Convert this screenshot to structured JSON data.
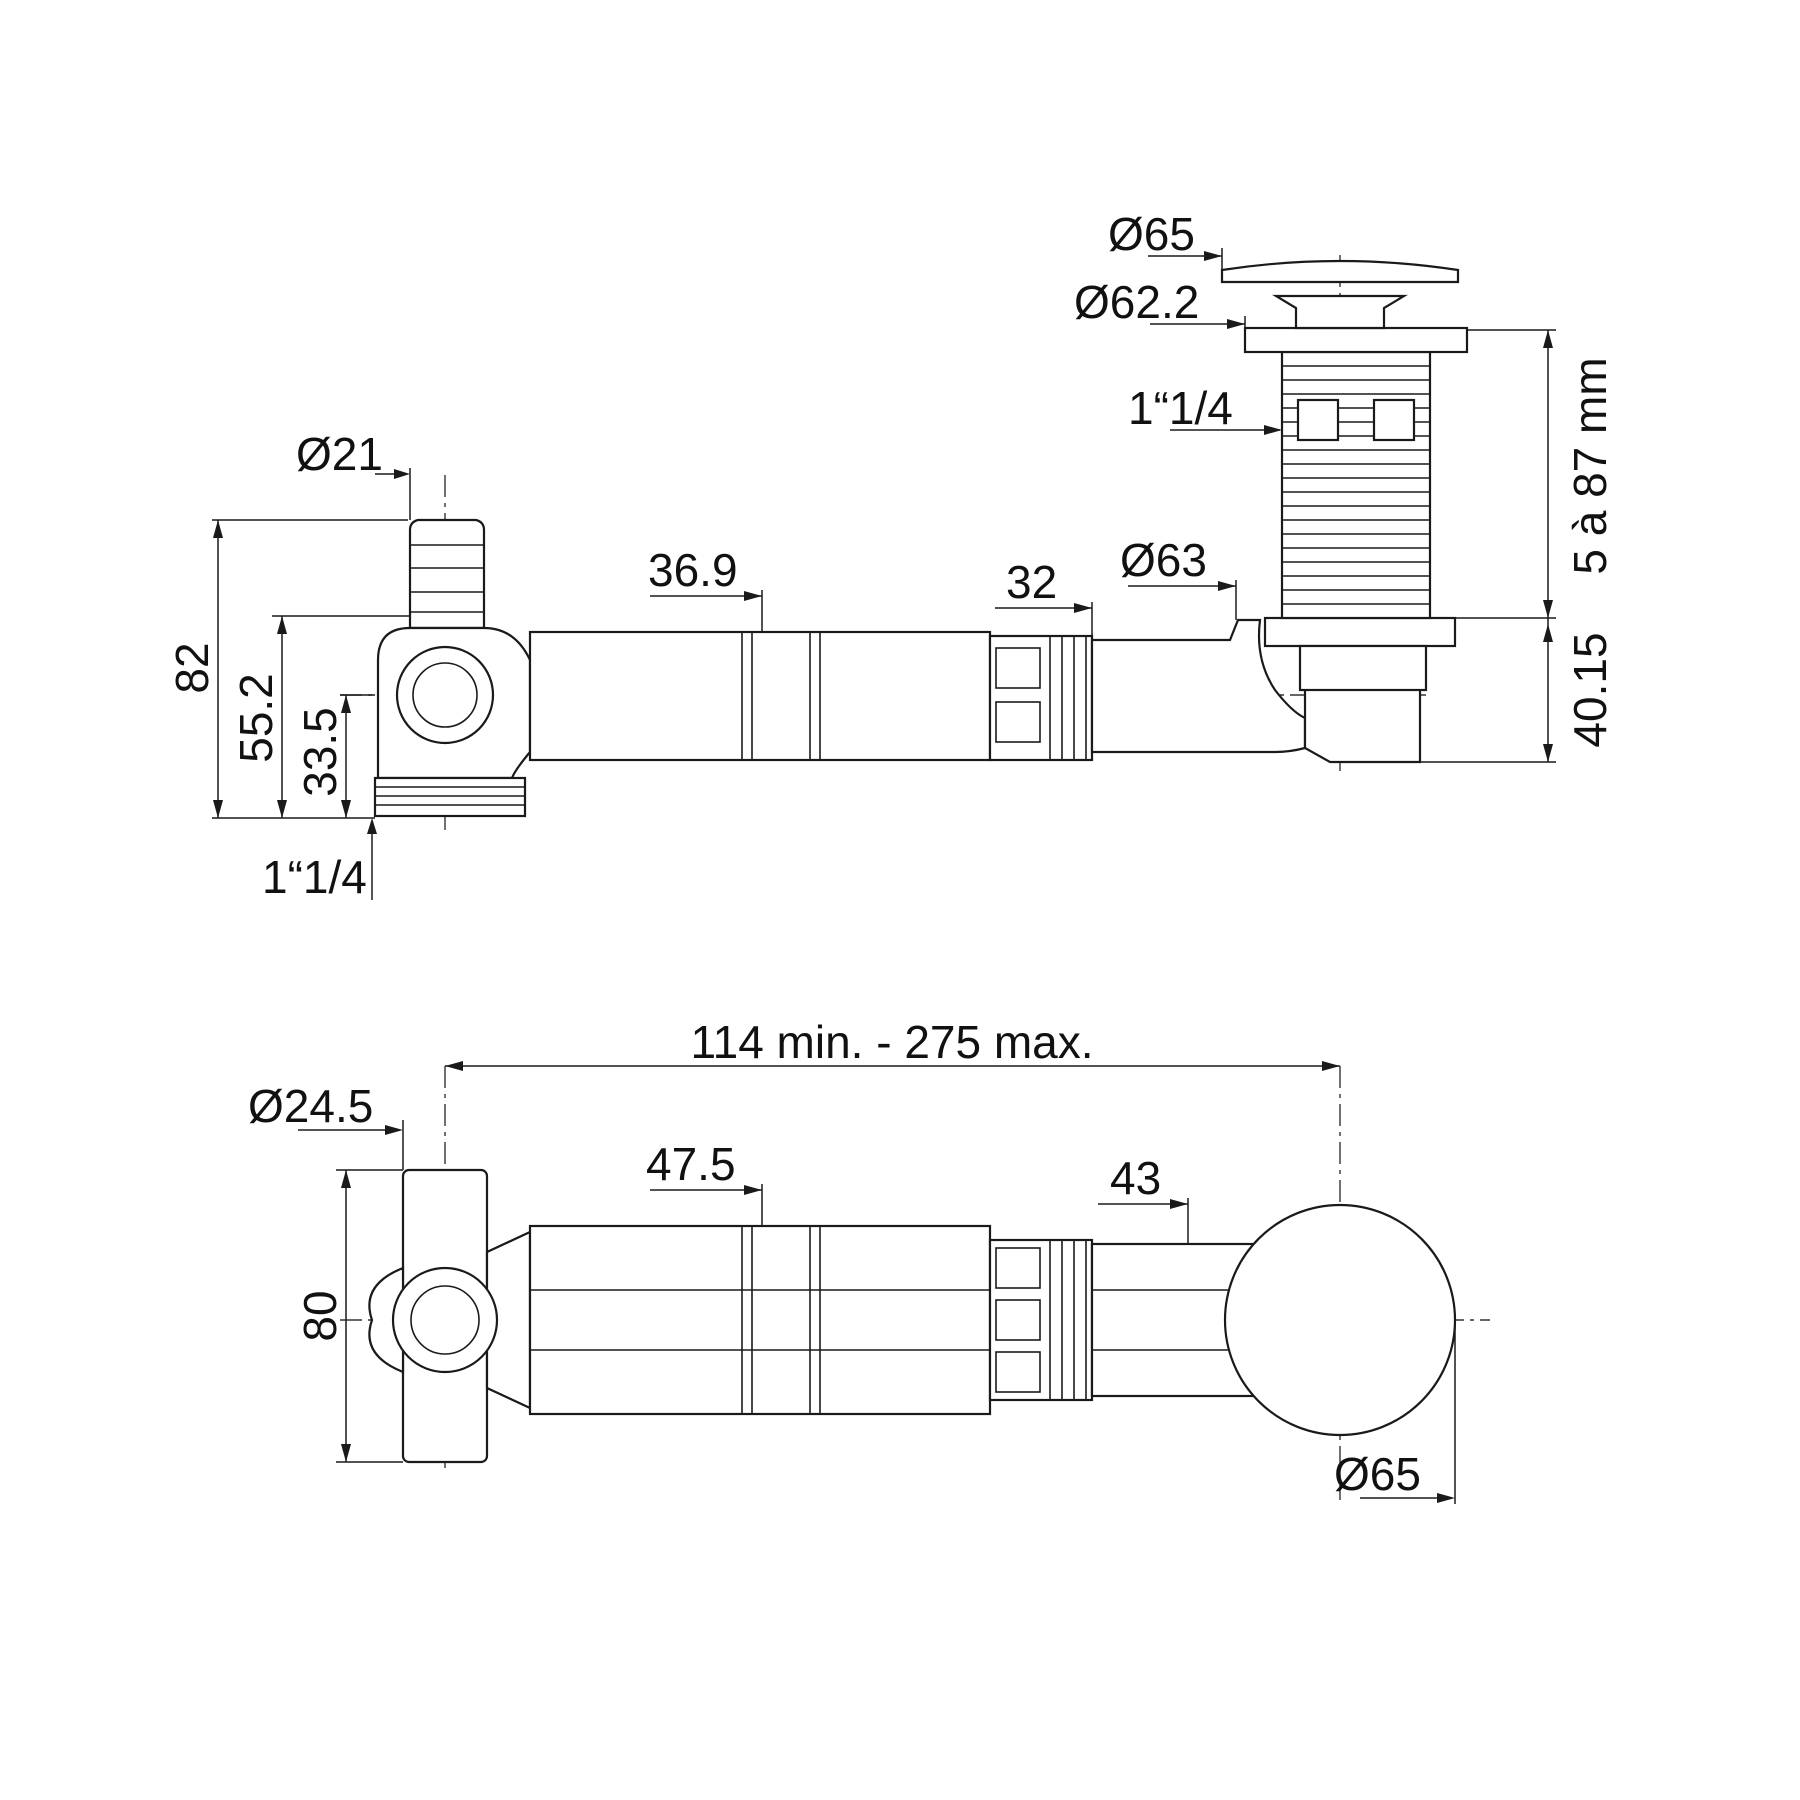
{
  "side_view": {
    "inlet_diameter": "Ø21",
    "overall_height": "82",
    "outlet_height": "55.2",
    "axis_height": "33.5",
    "bottom_thread": "1“1/4",
    "sleeve_diameter": "36.9",
    "collar_diameter": "32",
    "pipe_diameter": "Ø63",
    "cap_diameter": "Ø65",
    "plug_diameter": "Ø62.2",
    "waste_thread": "1“1/4",
    "thread_length": "5 à 87 mm",
    "body_height": "40.15"
  },
  "top_view": {
    "length_range": "114 min. - 275 max.",
    "inlet_diameter": "Ø24.5",
    "overall_width": "80",
    "sleeve_diameter": "47.5",
    "pipe_width": "43",
    "head_diameter": "Ø65"
  }
}
